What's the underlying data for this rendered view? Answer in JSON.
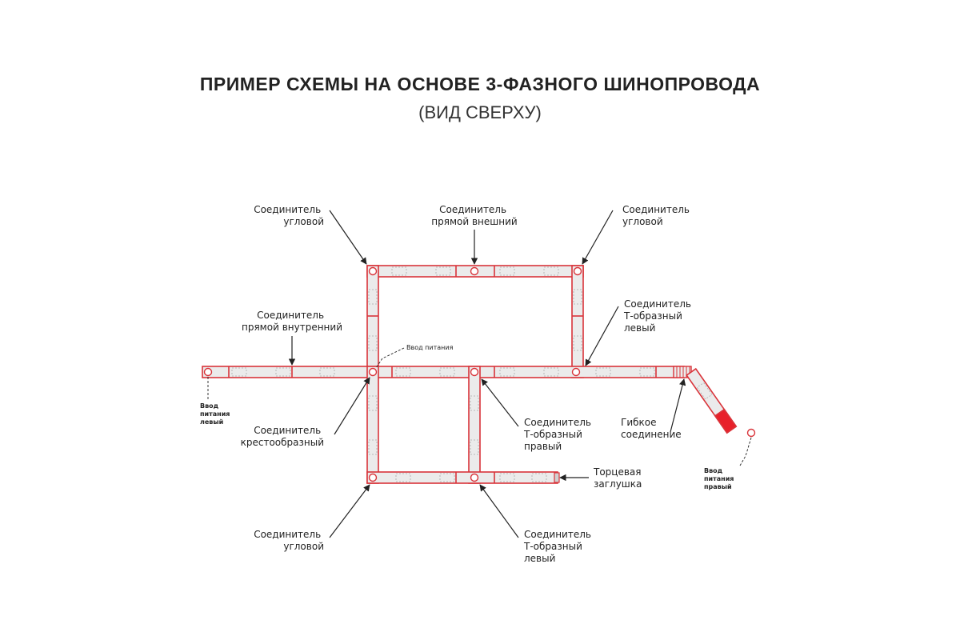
{
  "title": "ПРИМЕР СХЕМЫ НА ОСНОВЕ 3-ФАЗНОГО ШИНОПРОВОДА",
  "subtitle": "(ВИД СВЕРХУ)",
  "colors": {
    "track_outline": "#d9343a",
    "track_fill": "#ebebeb",
    "red_fill": "#e8202a",
    "text": "#222222"
  },
  "labels": {
    "corner_top_left": [
      "Соединитель",
      "угловой"
    ],
    "straight_outer": [
      "Соединитель",
      "прямой внешний"
    ],
    "corner_top_right": [
      "Соединитель",
      "угловой"
    ],
    "straight_inner": [
      "Соединитель",
      "прямой внутренний"
    ],
    "t_left_top": [
      "Соединитель",
      "Т-образный",
      "левый"
    ],
    "power_input": [
      "Ввод питания"
    ],
    "power_left": [
      "Ввод",
      "питания",
      "левый"
    ],
    "cross": [
      "Соединитель",
      "крестообразный"
    ],
    "t_right": [
      "Соединитель",
      "Т-образный",
      "правый"
    ],
    "flexible": [
      "Гибкое",
      "соединение"
    ],
    "power_right": [
      "Ввод",
      "питания",
      "правый"
    ],
    "end_cap": [
      "Торцевая",
      "заглушка"
    ],
    "corner_bottom_left": [
      "Соединитель",
      "угловой"
    ],
    "t_left_bottom": [
      "Соединитель",
      "Т-образный",
      "левый"
    ]
  }
}
